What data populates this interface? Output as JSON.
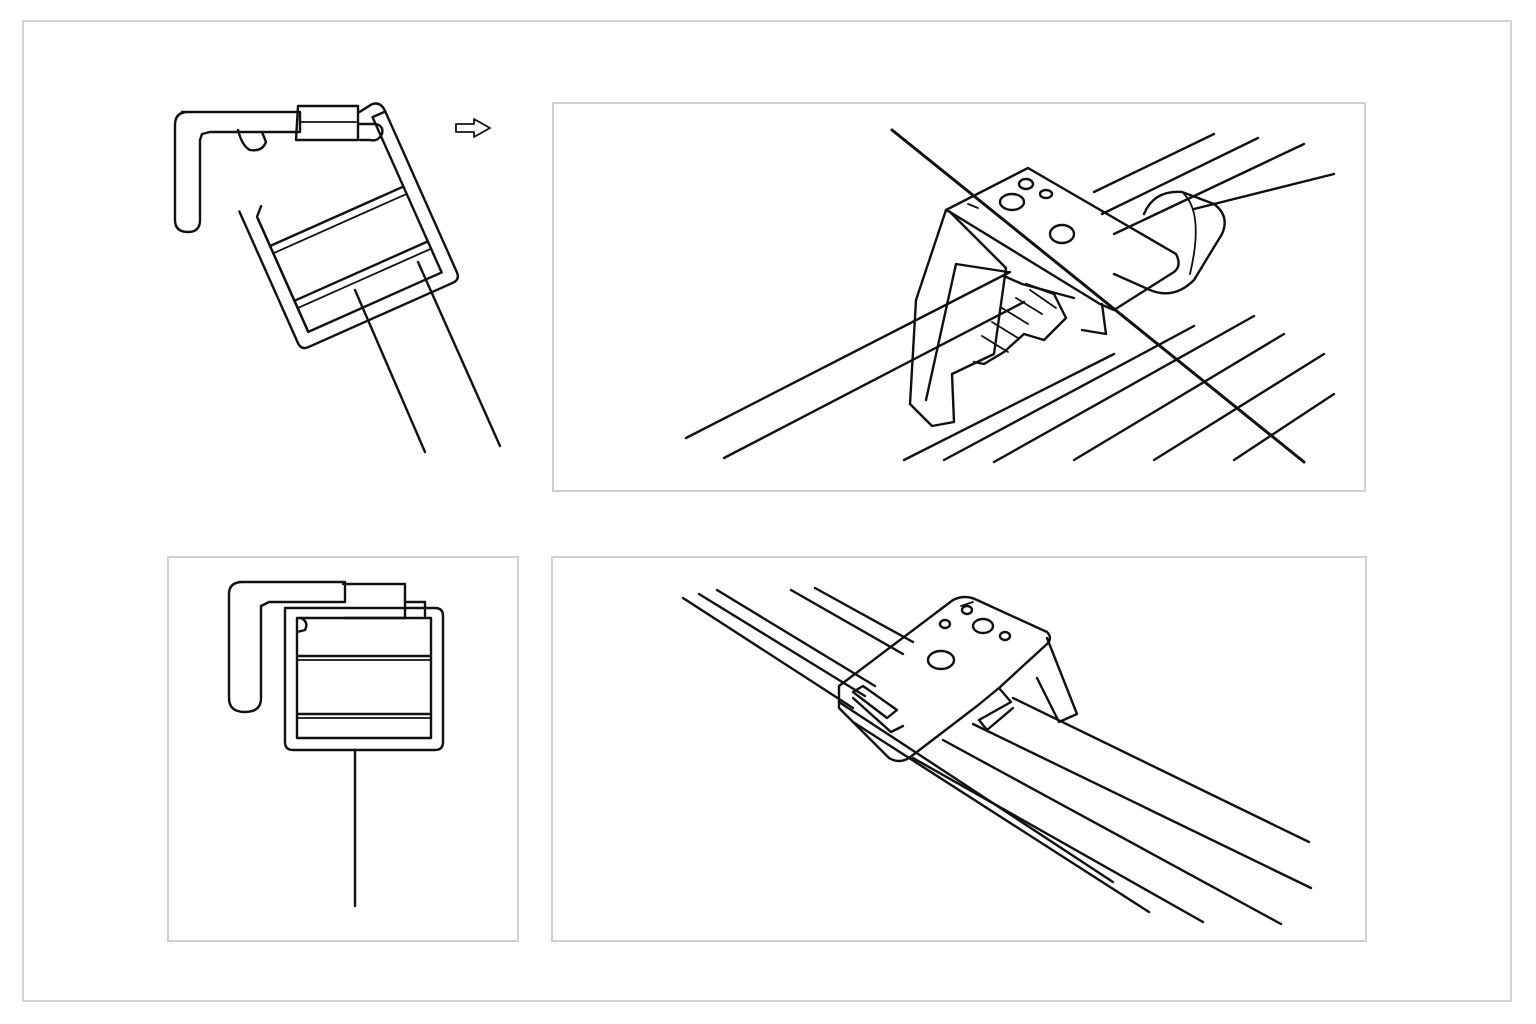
{
  "figure": {
    "panels": [
      {
        "id": "panel-1",
        "view": "side",
        "state": "tilted",
        "framed": false
      },
      {
        "id": "panel-2",
        "view": "perspective",
        "state": "incorrect",
        "crossed_out": true,
        "framed": true
      },
      {
        "id": "panel-3",
        "view": "side",
        "state": "seated",
        "framed": true
      },
      {
        "id": "panel-4",
        "view": "perspective",
        "state": "correct",
        "framed": true
      }
    ],
    "arrow_icon": "right-arrow-icon",
    "colors": {
      "ink": "#111111",
      "frame": "#d0d0d0",
      "background": "#ffffff"
    }
  }
}
